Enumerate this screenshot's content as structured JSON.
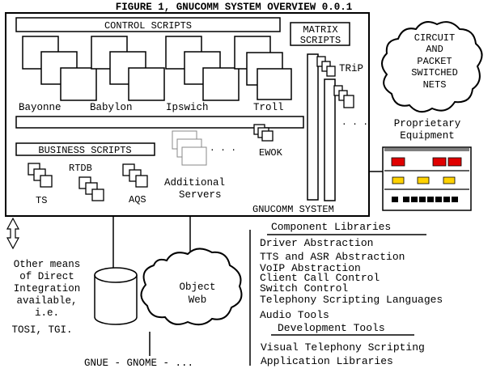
{
  "figure_title": "FIGURE 1, GNUCOMM SYSTEM OVERVIEW 0.0.1",
  "control_scripts": {
    "label": "CONTROL SCRIPTS",
    "servers": [
      "Bayonne",
      "Babylon",
      "Ipswich",
      "Troll"
    ]
  },
  "matrix_scripts": {
    "label_line1": "MATRIX",
    "label_line2": "SCRIPTS",
    "trip_label": "TRiP",
    "ellipsis": ". . ."
  },
  "business_scripts": {
    "label": "BUSINESS SCRIPTS",
    "items": [
      "TS",
      "RTDB",
      "AQS"
    ]
  },
  "additional_servers": {
    "line1": "Additional",
    "line2": "Servers",
    "ellipsis": ". . ."
  },
  "ewok_label": "EWOK",
  "system_label": "GNUCOMM SYSTEM",
  "nets_cloud": [
    "CIRCUIT",
    "AND",
    "PACKET",
    "SWITCHED",
    "NETS"
  ],
  "proprietary": {
    "line1": "Proprietary",
    "line2": "Equipment"
  },
  "other_means": [
    "Other means",
    "of Direct",
    "Integration",
    "available,",
    "i.e.",
    "TOSI, TGI."
  ],
  "object_web": [
    "Object",
    "Web"
  ],
  "bottom_label": "GNUE - GNOME - ...",
  "component_libraries": {
    "heading": "Component Libraries",
    "items": [
      "Driver Abstraction",
      "TTS and ASR Abstraction",
      "VoIP Abstraction",
      "Client Call Control",
      "Switch Control",
      "Telephony Scripting Languages",
      "Audio Tools"
    ]
  },
  "development_tools": {
    "heading": "Development Tools",
    "items": [
      "Visual Telephony Scripting",
      "Application Libraries"
    ]
  },
  "colors": {
    "ink": "#000000",
    "paper": "#ffffff",
    "led_red": "#e00000",
    "led_yellow": "#ffd200"
  }
}
